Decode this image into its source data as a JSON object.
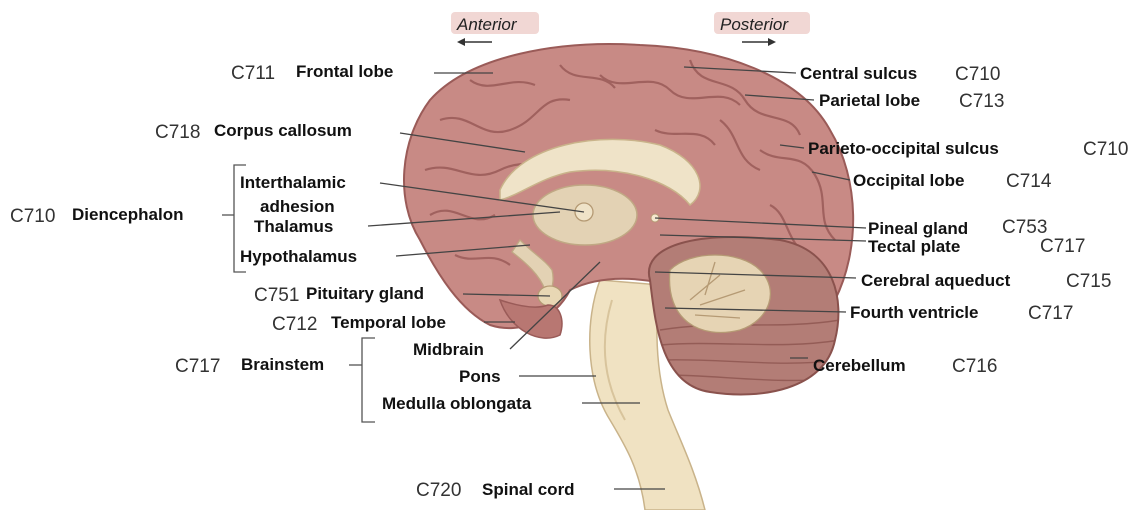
{
  "orientation": {
    "anterior": "Anterior",
    "posterior": "Posterior"
  },
  "colors": {
    "cortex": "#c88a85",
    "cortex_dark": "#9a5b58",
    "white_matter": "#efe3c8",
    "cerebellum": "#b37d76",
    "direction_highlight": "#f1d7d4"
  },
  "labels": {
    "frontal_lobe": "Frontal lobe",
    "frontal_lobe_code": "C711",
    "corpus_callosum": "Corpus callosum",
    "corpus_callosum_code": "C718",
    "diencephalon": "Diencephalon",
    "diencephalon_code": "C710",
    "interthalamic_adhesion_1": "Interthalamic",
    "interthalamic_adhesion_2": "adhesion",
    "thalamus": "Thalamus",
    "hypothalamus": "Hypothalamus",
    "pituitary_gland": "Pituitary gland",
    "pituitary_gland_code": "C751",
    "temporal_lobe": "Temporal lobe",
    "temporal_lobe_code": "C712",
    "brainstem": "Brainstem",
    "brainstem_code": "C717",
    "midbrain": "Midbrain",
    "pons": "Pons",
    "medulla_oblongata": "Medulla oblongata",
    "spinal_cord": "Spinal cord",
    "spinal_cord_code": "C720",
    "central_sulcus": "Central sulcus",
    "central_sulcus_code": "C710",
    "parietal_lobe": "Parietal lobe",
    "parietal_lobe_code": "C713",
    "parieto_occipital_sulcus": "Parieto-occipital sulcus",
    "parieto_occipital_sulcus_code": "C710",
    "occipital_lobe": "Occipital lobe",
    "occipital_lobe_code": "C714",
    "pineal_gland": "Pineal gland",
    "pineal_gland_code": "C753",
    "tectal_plate": "Tectal plate",
    "tectal_plate_code": "C717",
    "cerebral_aqueduct": "Cerebral aqueduct",
    "cerebral_aqueduct_code": "C715",
    "fourth_ventricle": "Fourth ventricle",
    "fourth_ventricle_code": "C717",
    "cerebellum": "Cerebellum",
    "cerebellum_code": "C716"
  }
}
